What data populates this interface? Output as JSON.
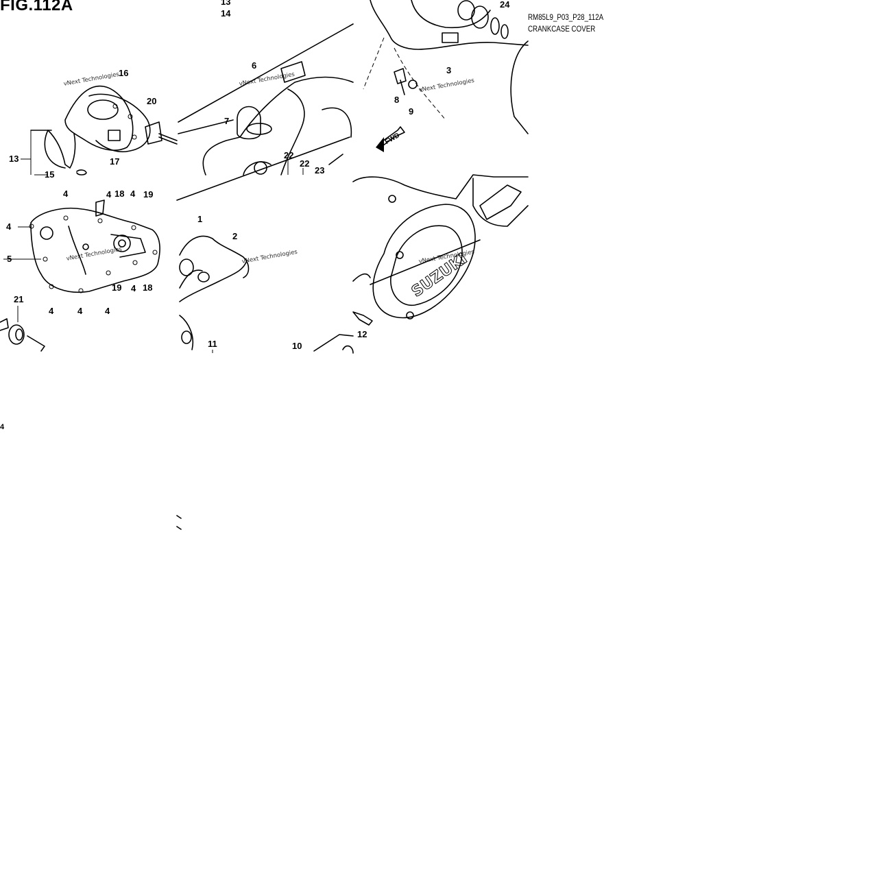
{
  "header": {
    "figure": "FIG.112A",
    "code": "RM85L9_P03_P28_112A",
    "subtitle": "CRANKCASE COVER"
  },
  "watermark": "vNext Technologies",
  "fwd_label": "FWD",
  "brand": "SUZUKI",
  "callouts": {
    "n13_top": "13",
    "n14": "14",
    "n24": "24",
    "n16": "16",
    "n20": "20",
    "n13": "13",
    "n17": "17",
    "n15": "15",
    "n6": "6",
    "n7": "7",
    "n22a": "22",
    "n22b": "22",
    "n23": "23",
    "n3": "3",
    "n8": "8",
    "n9": "9",
    "c4a": "4",
    "c4b": "4",
    "c18a": "18",
    "c4c": "4",
    "c19a": "19",
    "c4d": "4",
    "c5": "5",
    "c19b": "19",
    "c4e": "4",
    "c18b": "18",
    "c4f": "4",
    "c4g": "4",
    "c4h": "4",
    "c21": "21",
    "c1": "1",
    "c2": "2",
    "c11": "11",
    "c10": "10",
    "c12": "12",
    "c4i": "4"
  }
}
